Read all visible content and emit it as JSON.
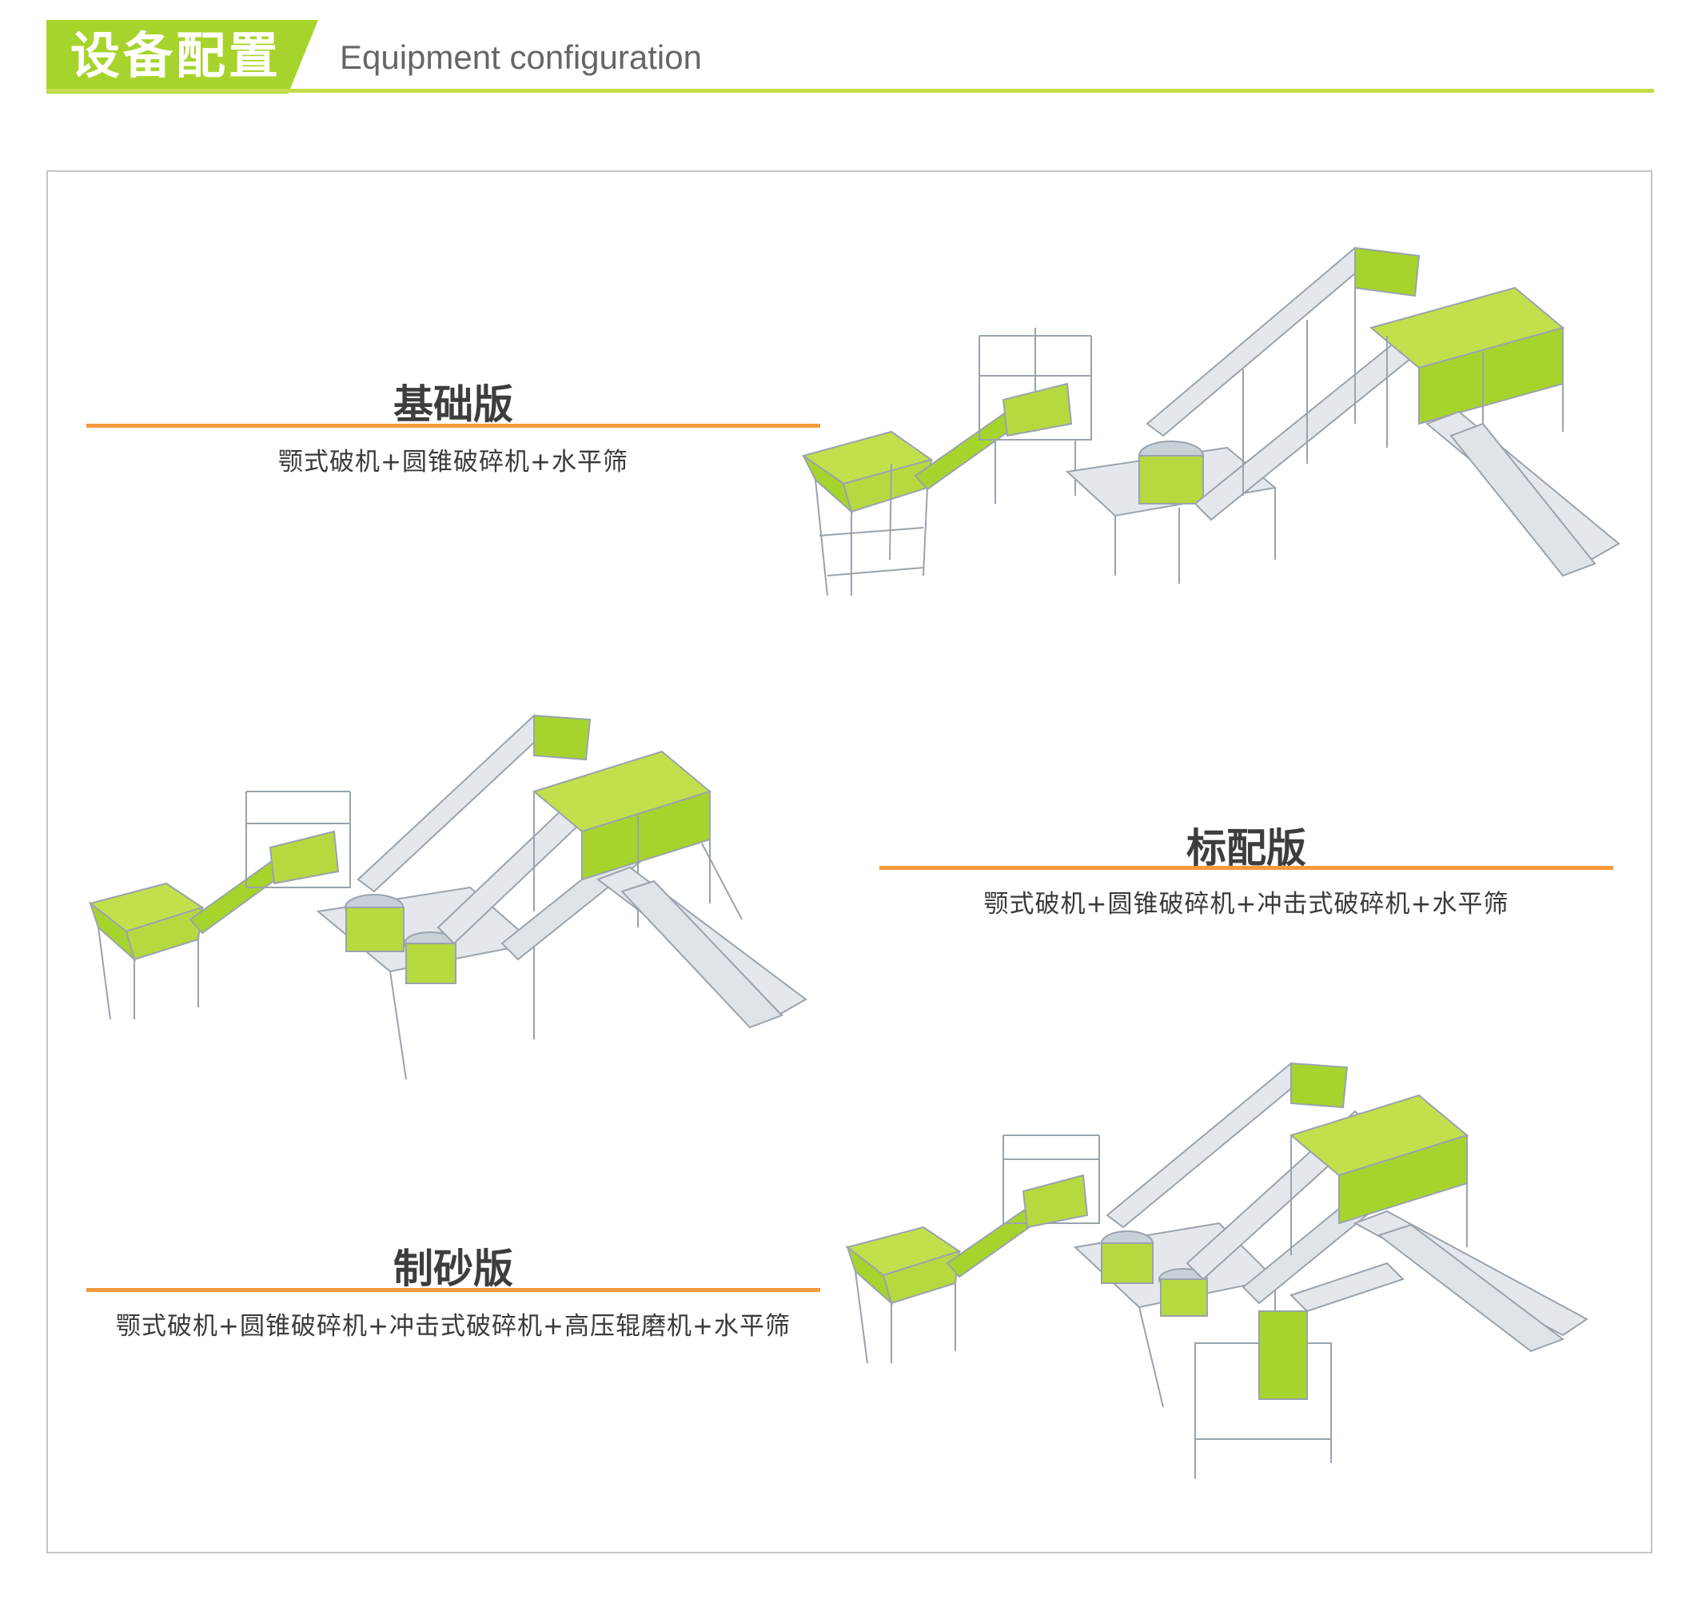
{
  "header": {
    "title_zh": "设备配置",
    "title_en": "Equipment configuration"
  },
  "configurations": [
    {
      "name": "基础版",
      "equipment": "颚式破机+圆锥破碎机+水平筛"
    },
    {
      "name": "标配版",
      "equipment": "颚式破机+圆锥破碎机+冲击式破碎机+水平筛"
    },
    {
      "name": "制砂版",
      "equipment": "颚式破机+圆锥破碎机+冲击式破碎机+高压辊磨机+水平筛"
    }
  ],
  "colors": {
    "accent_green": "#a7d42c",
    "accent_orange": "#f29a3c",
    "structure_gray": "#d7dde3"
  }
}
